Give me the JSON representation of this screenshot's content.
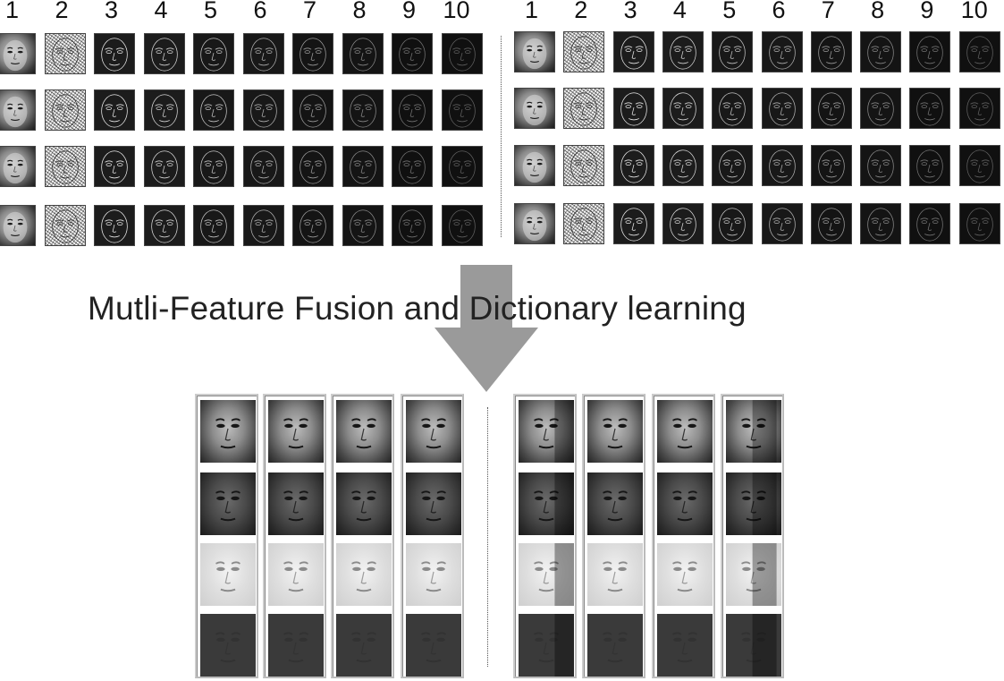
{
  "column_numbers": [
    "1",
    "2",
    "3",
    "4",
    "5",
    "6",
    "7",
    "8",
    "9",
    "10"
  ],
  "caption": "Mutli-Feature Fusion and Dictionary learning",
  "icons": {
    "arrow": "down-arrow-icon"
  },
  "colors": {
    "arrow": "#9a9a9a",
    "text": "#222222",
    "background": "#ffffff"
  }
}
